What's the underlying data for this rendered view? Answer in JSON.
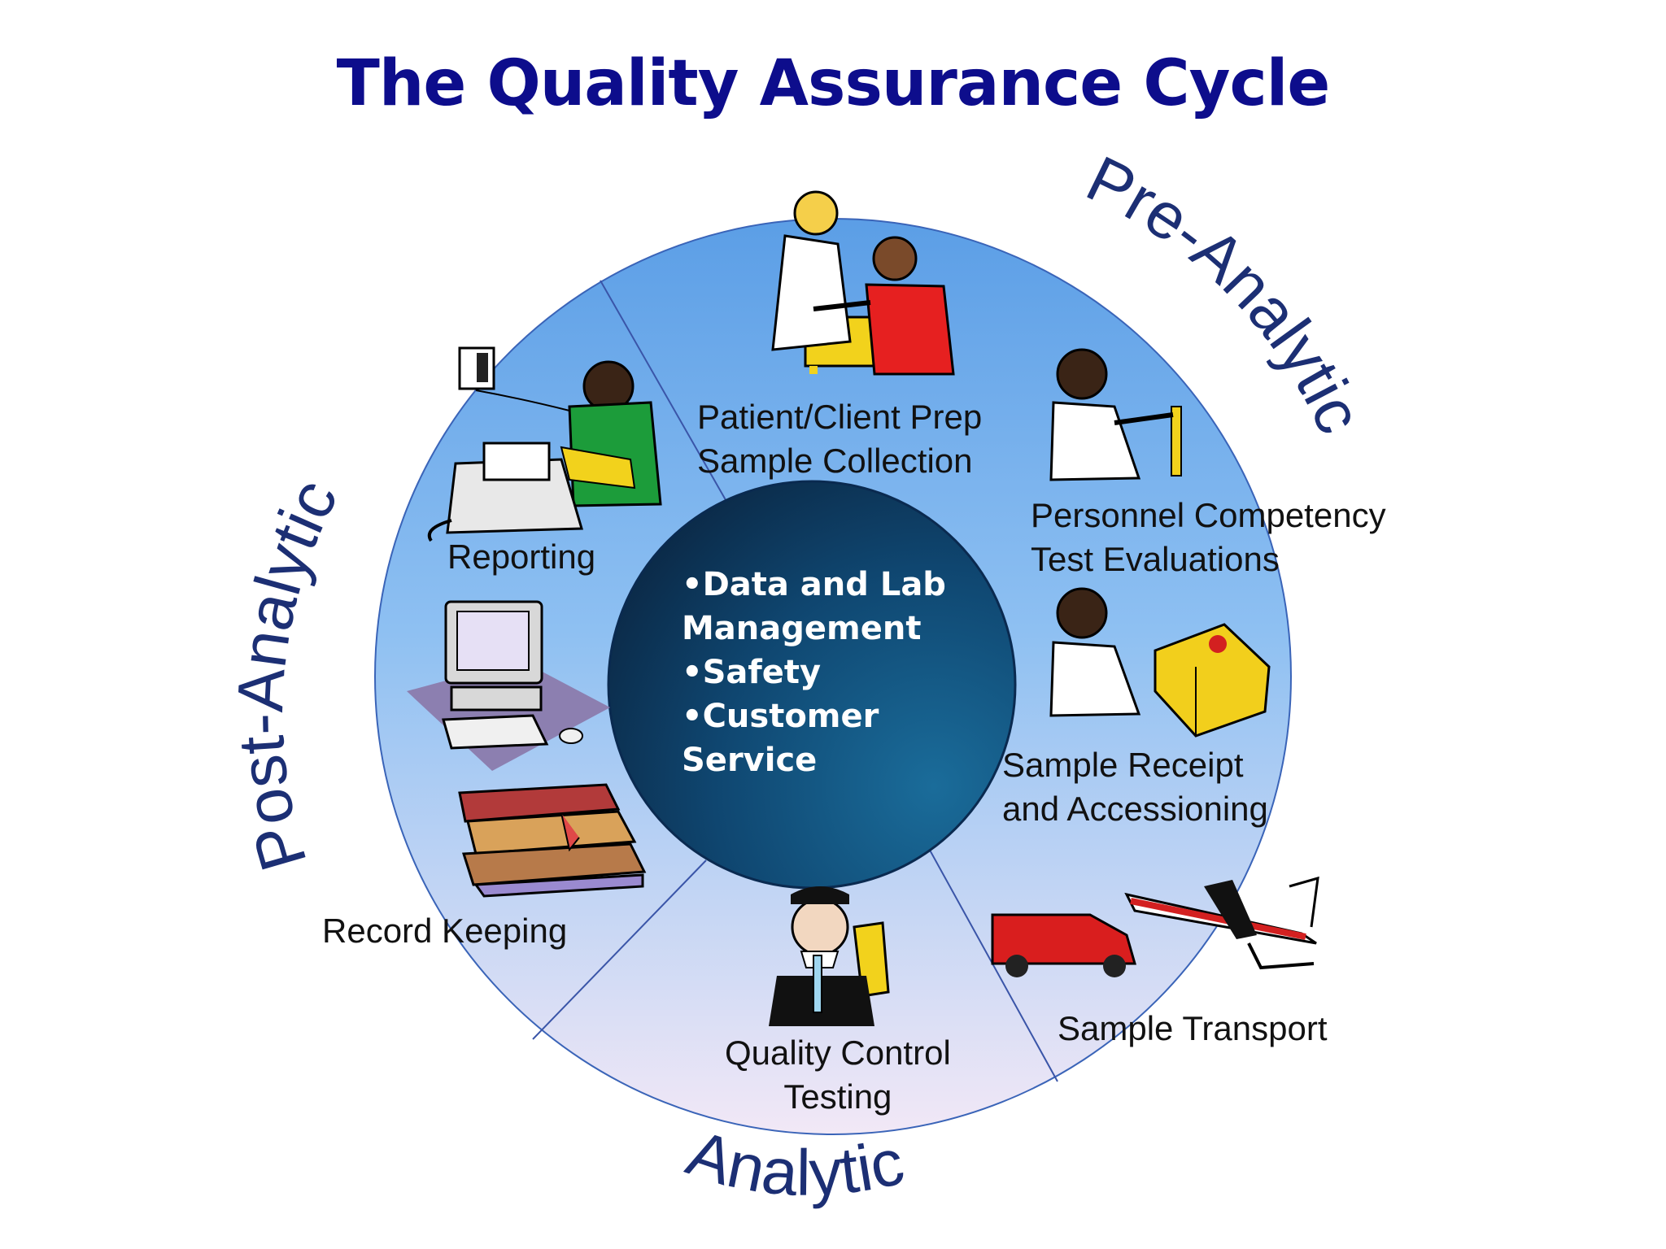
{
  "title": "The Quality Assurance Cycle",
  "phases": {
    "pre": "Pre-Analytic",
    "post": "Post-Analytic",
    "analytic": "Analytic"
  },
  "center": {
    "line1": "•Data and Lab",
    "line2": "Management",
    "line3": "•Safety",
    "line4": "•Customer",
    "line5": "Service"
  },
  "steps": {
    "patient_prep": [
      "Patient/Client Prep",
      "Sample Collection"
    ],
    "personnel": [
      "Personnel Competency",
      "Test Evaluations"
    ],
    "receipt": [
      "Sample Receipt",
      "and Accessioning"
    ],
    "transport": "Sample Transport",
    "qc": [
      "Quality Control",
      "Testing"
    ],
    "record": "Record Keeping",
    "reporting": "Reporting"
  },
  "colors": {
    "title": "#0d0d8c",
    "phase_text": "#1c2f74",
    "ring_top": "#5b9ee6",
    "ring_bottom": "#f2e8f6",
    "center_dark": "#0b2a48",
    "center_light": "#1a6c9a"
  }
}
